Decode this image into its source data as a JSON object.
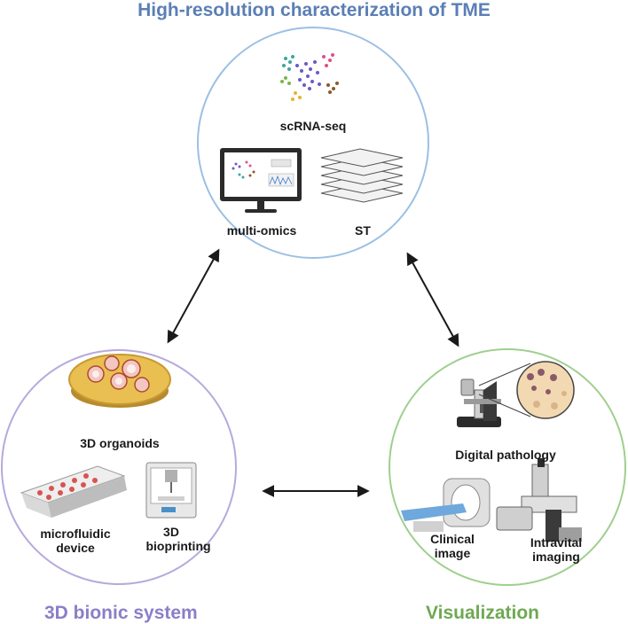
{
  "titles": {
    "top": "High-resolution characterization of TME",
    "left": "3D bionic system",
    "right": "Visualization"
  },
  "colors": {
    "top": "#5b7fb5",
    "left": "#8a7fc7",
    "right": "#6fa852",
    "top_circle": "#9cc0e3",
    "left_circle": "#b7a9dc",
    "right_circle": "#9fcf8f"
  },
  "top_section": {
    "scrna": "scRNA-seq",
    "multi_omics": "multi-omics",
    "st": "ST"
  },
  "left_section": {
    "organoids": "3D organoids",
    "microfluidic_1": "microfluidic",
    "microfluidic_2": "device",
    "bioprinting_1": "3D",
    "bioprinting_2": "bioprinting"
  },
  "right_section": {
    "digital_pathology": "Digital pathology",
    "clinical_1": "Clinical",
    "clinical_2": "image",
    "intravital_1": "Intravital",
    "intravital_2": "imaging"
  },
  "icons": [
    "tsne-scatter-icon",
    "monitor-icon",
    "tissue-slices-icon",
    "petri-dish-icon",
    "microfluidic-chip-icon",
    "bioprinter-icon",
    "microscope-icon",
    "mri-scanner-icon",
    "intravital-microscope-icon",
    "double-arrow-icon"
  ]
}
